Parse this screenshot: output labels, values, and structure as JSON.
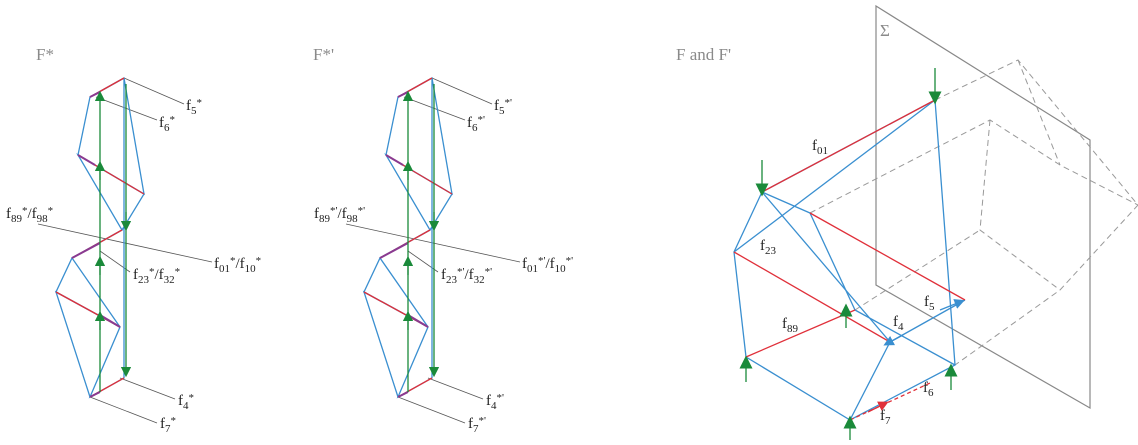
{
  "panels": {
    "left": {
      "title": "F*",
      "labels": {
        "f5": {
          "base": "f",
          "sub": "5",
          "sup": "*"
        },
        "f6": {
          "base": "f",
          "sub": "6",
          "sup": "*"
        },
        "f89": {
          "text": "f",
          "sub1": "89",
          "sup1": "*",
          "sep": "/f",
          "sub2": "98",
          "sup2": "*"
        },
        "f01": {
          "text": "f",
          "sub1": "01",
          "sup1": "*",
          "sep": "/f",
          "sub2": "10",
          "sup2": "*"
        },
        "f23": {
          "text": "f",
          "sub1": "23",
          "sup1": "*",
          "sep": "/f",
          "sub2": "32",
          "sup2": "*"
        },
        "f4": {
          "base": "f",
          "sub": "4",
          "sup": "*"
        },
        "f7": {
          "base": "f",
          "sub": "7",
          "sup": "*"
        }
      }
    },
    "middle": {
      "title": "F*'",
      "labels": {
        "f5": {
          "base": "f",
          "sub": "5",
          "sup": "*'"
        },
        "f6": {
          "base": "f",
          "sub": "6",
          "sup": "*'"
        },
        "f89": {
          "text": "f",
          "sub1": "89",
          "sup1": "*'",
          "sep": "/f",
          "sub2": "98",
          "sup2": "*'"
        },
        "f01": {
          "text": "f",
          "sub1": "01",
          "sup1": "*'",
          "sep": "/f",
          "sub2": "10",
          "sup2": "*'"
        },
        "f23": {
          "text": "f",
          "sub1": "23",
          "sup1": "*'",
          "sep": "/f",
          "sub2": "32",
          "sup2": "*'"
        },
        "f4": {
          "base": "f",
          "sub": "4",
          "sup": "*'"
        },
        "f7": {
          "base": "f",
          "sub": "7",
          "sup": "*'"
        }
      }
    },
    "right": {
      "title": "F and F'",
      "plane_label": "Σ",
      "labels": {
        "f01": {
          "base": "f",
          "sub": "01"
        },
        "f23": {
          "base": "f",
          "sub": "23"
        },
        "f5": {
          "base": "f",
          "sub": "5"
        },
        "f4": {
          "base": "f",
          "sub": "4"
        },
        "f89": {
          "base": "f",
          "sub": "89"
        },
        "f6": {
          "base": "f",
          "sub": "6"
        },
        "f7": {
          "base": "f",
          "sub": "7"
        }
      }
    }
  },
  "colors": {
    "member": "#3a8fd0",
    "force_red": "#e0303a",
    "force_green": "#1a8a3a",
    "overlap": "#8a3a90",
    "guide": "#999999"
  }
}
